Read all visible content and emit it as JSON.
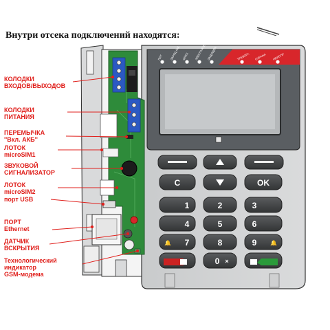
{
  "heading": "Внутри отсека подключений находятся:",
  "labels": {
    "io_blocks_1": "КОЛОДКИ",
    "io_blocks_2": "ВХОДОВ/ВЫХОДОВ",
    "power_blocks_1": "КОЛОДКИ",
    "power_blocks_2": "ПИТАНИЯ",
    "jumper_1": "ПЕРЕМЫЧКА",
    "jumper_2": "''Вкл. АКБ''",
    "sim1_1": "ЛОТОК",
    "sim1_2": "microSIM1",
    "buzzer_1": "ЗВУКОВОЙ",
    "buzzer_2": "СИГНАЛИЗАТОР",
    "sim2_1": "ЛОТОК",
    "sim2_2": "microSIM2",
    "usb": "порт USB",
    "ethernet_1": "ПОРТ",
    "ethernet_2": "Ethernet",
    "tamper_1": "ДАТЧИК",
    "tamper_2": "ВСКРЫТИЯ",
    "gsm_1": "Технологический",
    "gsm_2": "индикатор",
    "gsm_3": "GSM-модема"
  },
  "indicators": [
    "ПИТ",
    "ЗАРЯД АКБ",
    "GPRS",
    "ЭЛЕКТРОСЕТЬ",
    "ЗАЩИЩЁН"
  ],
  "alarm_indicators": [
    "ТРЕВОГА",
    "ОХРАНА",
    "НЕИСПР"
  ],
  "keys": {
    "c": "C",
    "ok": "OK",
    "k1": "1",
    "k2": "2",
    "k3": "3",
    "k4": "4",
    "k5": "5",
    "k6": "6",
    "k7": "7",
    "k8": "8",
    "k9": "9",
    "k0": "0"
  },
  "colors": {
    "label_red": "#e0201c",
    "pcb_green": "#2e8b3a",
    "terminal_blue": "#2b59c3",
    "panel_dark": "#5a5e62",
    "key_gray": "#4a4c4e",
    "disarm_red": "#cc2222",
    "arm_green": "#2a9a3a"
  }
}
